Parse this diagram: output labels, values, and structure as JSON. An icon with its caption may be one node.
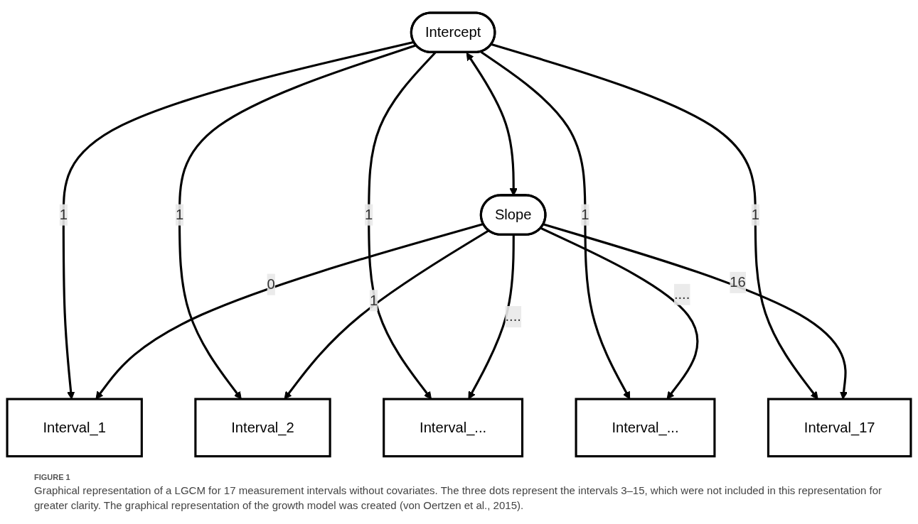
{
  "diagram": {
    "caption": "Graphical representation of a LGCM for 17 measurement intervals without covariates. The three dots represent the intervals 3–15, which were not included in this representation for greater clarity. The graphical representation of the growth model was created (von Oertzen et al., 2015).",
    "nodes": [
      {
        "text": [
          "Intercept"
        ]
      },
      {
        "text": [
          "Slope"
        ]
      },
      {
        "text": [
          "Interval_1"
        ]
      },
      {
        "text": [
          "Interval_2"
        ]
      },
      {
        "text": [
          "Interval_..."
        ]
      },
      {
        "text": [
          "Interval_..."
        ]
      },
      {
        "text": [
          "Interval_17"
        ]
      }
    ],
    "edges": [
      {
        "from": 0,
        "to": 1,
        "arrow": "both"
      },
      {
        "from": 0,
        "to": 2,
        "arrow": "to",
        "label": "1"
      },
      {
        "from": 0,
        "to": 3,
        "arrow": "to",
        "label": "1"
      },
      {
        "from": 0,
        "to": 4,
        "arrow": "to",
        "label": "1"
      },
      {
        "from": 0,
        "to": 5,
        "arrow": "to",
        "label": "1"
      },
      {
        "from": 0,
        "to": 6,
        "arrow": "to",
        "label": "1"
      },
      {
        "from": 1,
        "to": 2,
        "arrow": "to",
        "label": "0"
      },
      {
        "from": 1,
        "to": 3,
        "arrow": "to",
        "label": "1"
      },
      {
        "from": 1,
        "to": 4,
        "arrow": "to",
        "label": "...."
      },
      {
        "from": 1,
        "to": 5,
        "arrow": "to",
        "label": "...."
      },
      {
        "from": 1,
        "to": 6,
        "arrow": "to",
        "label": "16"
      }
    ],
    "labels": [
      "FIGURE 1"
    ]
  }
}
